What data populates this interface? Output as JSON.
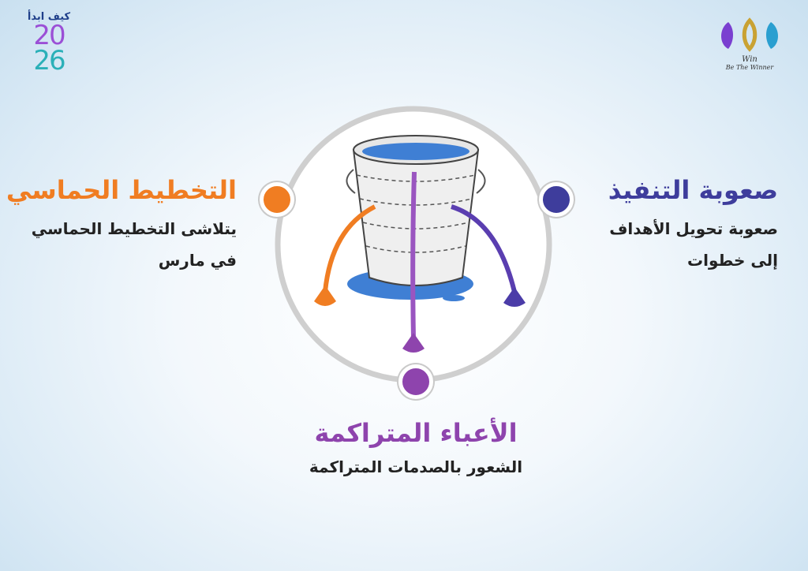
{
  "logo_left": {
    "caption": "كيف ابدأ",
    "year_top": "20",
    "year_bottom": "26"
  },
  "logo_right": {
    "name": "Win",
    "tagline": "Be The Winner"
  },
  "colors": {
    "orange": "#f07d22",
    "blue": "#3e3d9c",
    "purple": "#8e44ad",
    "water": "#3f7fd4"
  },
  "points": {
    "right": {
      "title": "صعوبة التنفيذ",
      "lines": [
        "صعوبة تحويل الأهداف",
        "إلى خطوات"
      ]
    },
    "left": {
      "title": "التخطيط الحماسي",
      "lines": [
        "يتلاشى التخطيط الحماسي",
        "في مارس"
      ]
    },
    "bottom": {
      "title": "الأعباء المتراكمة",
      "lines": [
        "الشعور بالصدمات المتراكمة"
      ]
    }
  }
}
